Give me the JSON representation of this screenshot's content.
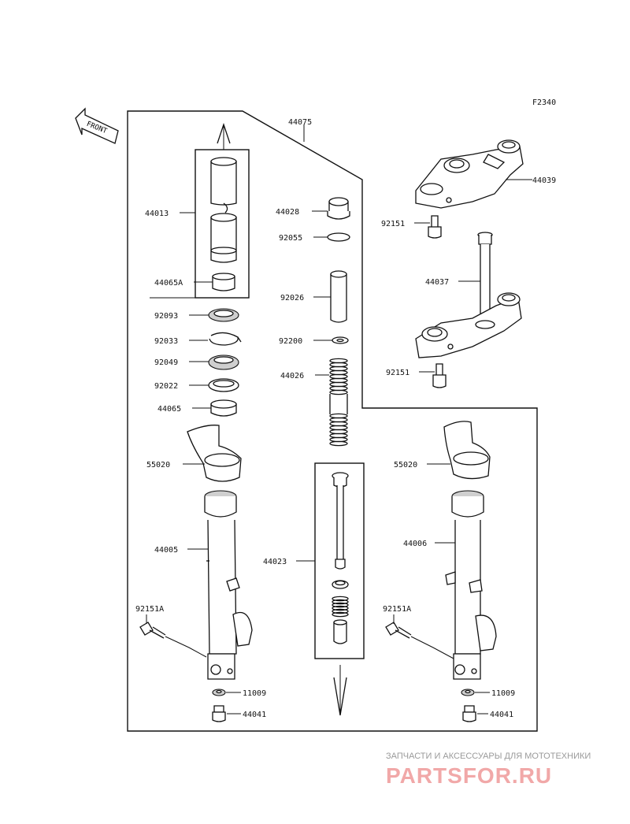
{
  "figure_code": "F2340",
  "front_label": "FRONT",
  "labels": {
    "p44075": "44075",
    "p44013": "44013",
    "p44065A": "44065A",
    "p92093": "92093",
    "p92033": "92033",
    "p92049": "92049",
    "p92022": "92022",
    "p44065": "44065",
    "p55020_left": "55020",
    "p44005": "44005",
    "p92151A_left": "92151A",
    "p11009_left": "11009",
    "p44041_left": "44041",
    "p44028": "44028",
    "p92055": "92055",
    "p92026": "92026",
    "p92200": "92200",
    "p44026": "44026",
    "p44023": "44023",
    "p44039": "44039",
    "p92151_top": "92151",
    "p44037": "44037",
    "p92151_bottom": "92151",
    "p55020_right": "55020",
    "p44006": "44006",
    "p92151A_right": "92151A",
    "p11009_right": "11009",
    "p44041_right": "44041"
  },
  "watermark": {
    "tagline": "ЗАПЧАСТИ И АКСЕССУАРЫ ДЛЯ МОТОТЕХНИКИ",
    "logo": "PARTSFOR.RU"
  }
}
